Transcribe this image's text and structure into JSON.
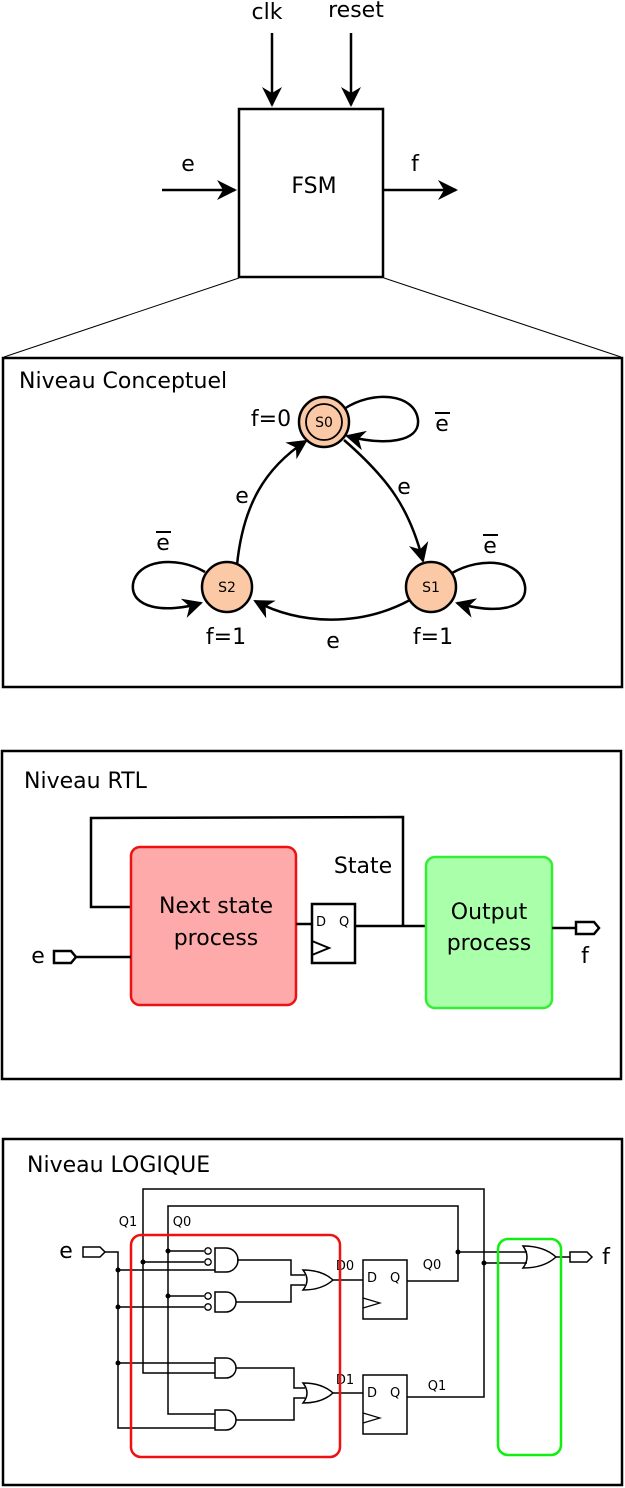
{
  "fsm": {
    "label": "FSM",
    "input_clk": "clk",
    "input_reset": "reset",
    "input_e": "e",
    "output_f": "f"
  },
  "conceptual": {
    "title": "Niveau Conceptuel",
    "states": [
      {
        "name": "S0",
        "output": "f=0",
        "initial": true
      },
      {
        "name": "S1",
        "output": "f=1",
        "initial": false
      },
      {
        "name": "S2",
        "output": "f=1",
        "initial": false
      }
    ],
    "transitions": [
      {
        "from": "S0",
        "to": "S0",
        "label": "e",
        "negated": true
      },
      {
        "from": "S0",
        "to": "S1",
        "label": "e",
        "negated": false
      },
      {
        "from": "S1",
        "to": "S1",
        "label": "e",
        "negated": true
      },
      {
        "from": "S1",
        "to": "S2",
        "label": "e",
        "negated": false
      },
      {
        "from": "S2",
        "to": "S2",
        "label": "e",
        "negated": true
      },
      {
        "from": "S2",
        "to": "S0",
        "label": "e",
        "negated": false
      }
    ],
    "colors": {
      "state_fill": "#fbc9a6"
    }
  },
  "rtl": {
    "title": "Niveau RTL",
    "next_state_line1": "Next state",
    "next_state_line2": "process",
    "state_label": "State",
    "reg_d": "D",
    "reg_q": "Q",
    "output_line1": "Output",
    "output_line2": "process",
    "input_e": "e",
    "output_f": "f",
    "colors": {
      "next_state_fill": "#ffaaaa",
      "next_state_stroke": "#ee1111",
      "output_fill": "#aaffaa",
      "output_stroke": "#33ee33"
    }
  },
  "logic": {
    "title": "Niveau LOGIQUE",
    "input_e": "e",
    "output_f": "f",
    "q1_top": "Q1",
    "q0_top": "Q0",
    "ff0_d": "D0",
    "ff0_q": "Q0",
    "ff1_d": "D1",
    "ff1_q": "Q1",
    "ff_d": "D",
    "ff_q": "Q",
    "colors": {
      "next_state_frame": "#ee1111",
      "output_frame": "#11ee11"
    }
  }
}
